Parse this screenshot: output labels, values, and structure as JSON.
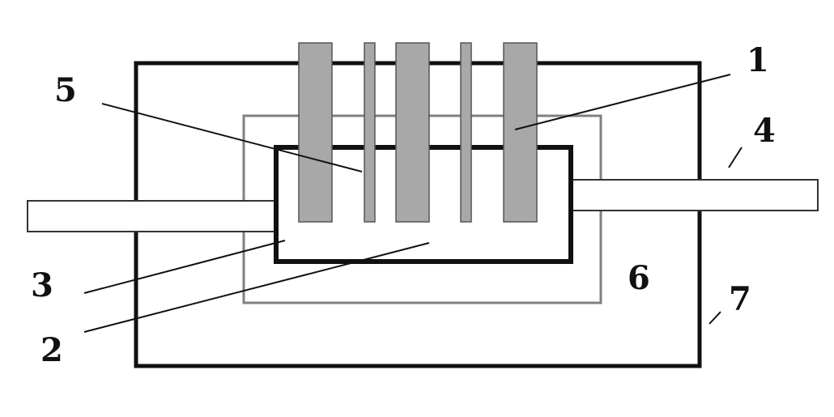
{
  "labels": {
    "one": "1",
    "two": "2",
    "three": "3",
    "four": "4",
    "five": "5",
    "six": "6",
    "seven": "7"
  },
  "colors": {
    "stroke": "#111111",
    "gray_stroke": "#808080",
    "electrode_fill": "#a8a8a8",
    "background": "#ffffff"
  }
}
